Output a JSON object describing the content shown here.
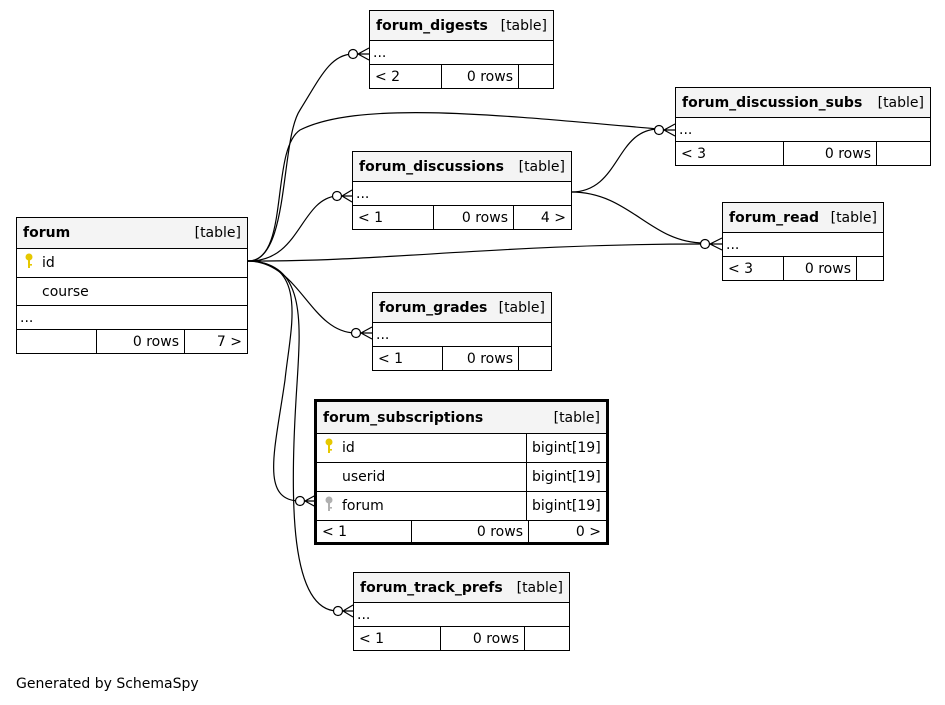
{
  "tables": {
    "forum": {
      "name": "forum",
      "type": "[table]",
      "columns": [
        {
          "name": "id",
          "key": "primary"
        },
        {
          "name": "course",
          "key": "none"
        },
        {
          "name": "...",
          "key": "ellipsis"
        }
      ],
      "footer": {
        "parents": "",
        "rows": "0 rows",
        "children": "7 >"
      }
    },
    "forum_digests": {
      "name": "forum_digests",
      "type": "[table]",
      "columns": [
        {
          "name": "..."
        }
      ],
      "footer": {
        "parents": "< 2",
        "rows": "0 rows",
        "children": ""
      }
    },
    "forum_discussion_subs": {
      "name": "forum_discussion_subs",
      "type": "[table]",
      "columns": [
        {
          "name": "..."
        }
      ],
      "footer": {
        "parents": "< 3",
        "rows": "0 rows",
        "children": ""
      }
    },
    "forum_discussions": {
      "name": "forum_discussions",
      "type": "[table]",
      "columns": [
        {
          "name": "..."
        }
      ],
      "footer": {
        "parents": "< 1",
        "rows": "0 rows",
        "children": "4 >"
      }
    },
    "forum_read": {
      "name": "forum_read",
      "type": "[table]",
      "columns": [
        {
          "name": "..."
        }
      ],
      "footer": {
        "parents": "< 3",
        "rows": "0 rows",
        "children": ""
      }
    },
    "forum_grades": {
      "name": "forum_grades",
      "type": "[table]",
      "columns": [
        {
          "name": "..."
        }
      ],
      "footer": {
        "parents": "< 1",
        "rows": "0 rows",
        "children": ""
      }
    },
    "forum_subscriptions": {
      "name": "forum_subscriptions",
      "type": "[table]",
      "columns": [
        {
          "name": "id",
          "datatype": "bigint[19]",
          "key": "primary"
        },
        {
          "name": "userid",
          "datatype": "bigint[19]",
          "key": "none"
        },
        {
          "name": "forum",
          "datatype": "bigint[19]",
          "key": "foreign"
        }
      ],
      "footer": {
        "parents": "< 1",
        "rows": "0 rows",
        "children": "0 >"
      }
    },
    "forum_track_prefs": {
      "name": "forum_track_prefs",
      "type": "[table]",
      "columns": [
        {
          "name": "..."
        }
      ],
      "footer": {
        "parents": "< 1",
        "rows": "0 rows",
        "children": ""
      }
    }
  },
  "colors": {
    "primary_key": "#e6c800",
    "foreign_key": "#b0b0b0",
    "header_bg": "#f4f4f4",
    "line": "#000000"
  },
  "footer_text": "Generated by SchemaSpy"
}
